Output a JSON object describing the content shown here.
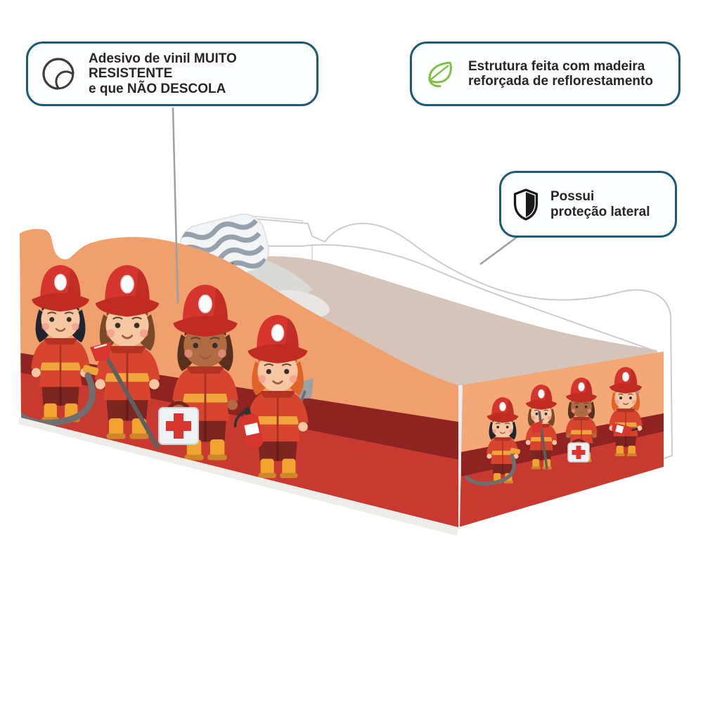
{
  "callouts": [
    {
      "icon": "sticker-peel-icon",
      "line1": "Adesivo de vinil MUITO RESISTENTE",
      "line2": "e que NÃO DESCOLA"
    },
    {
      "icon": "leaf-icon",
      "line1": "Estrutura feita com madeira",
      "line2": "reforçada de reflorestamento"
    },
    {
      "icon": "shield-icon",
      "line1": "Possui",
      "line2": "proteção lateral"
    }
  ],
  "illustration": {
    "subject": "cama infantil tema bombeiros",
    "characters": [
      "firefighter-kid-with-hose",
      "firefighter-kid-with-axe",
      "firefighter-girl-with-first-aid-kit",
      "firefighter-kid-with-extinguisher"
    ],
    "colors": {
      "callout_border": "#1d5a78",
      "leaf_green": "#7cc143",
      "shield_black": "#191919",
      "panel_orange": "#f0a06c",
      "panel_red": "#c63c32",
      "stripe_maroon": "#8e2322",
      "helmet_red": "#d6352d",
      "mattress_beige": "#d5c4ba",
      "boots_yellow": "#f2a431",
      "hose_gray": "#6f6f6f",
      "pillow_stripe_blue": "#95a2ae",
      "leader_line_gray": "#9aa0a3",
      "frame_white": "#ffffff"
    }
  }
}
